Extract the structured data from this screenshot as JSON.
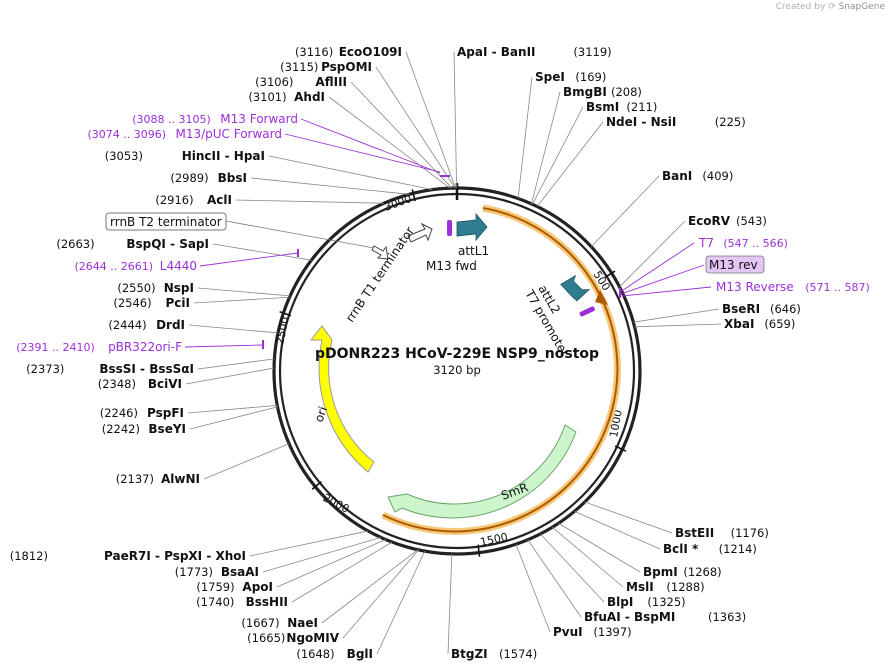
{
  "credit": {
    "prefix": "Created by",
    "brand": "SnapGene"
  },
  "map": {
    "name": "pDONR223 HCoV-229E NSP9_nostop",
    "size": "3120 bp",
    "ticks": [
      "500",
      "1000",
      "1500",
      "2000",
      "2500",
      "3000"
    ],
    "enzymes": [
      {
        "name": "EcoO109I",
        "pos": "(3116)",
        "side": "L"
      },
      {
        "name": "PspOMI",
        "pos": "(3115)",
        "side": "L"
      },
      {
        "name": "AflIII",
        "pos": "(3106)",
        "side": "L"
      },
      {
        "name": "AhdI",
        "pos": "(3101)",
        "side": "L"
      },
      {
        "name": "HincII  -  HpaI",
        "pos": "(3053)",
        "side": "L"
      },
      {
        "name": "BbsI",
        "pos": "(2989)",
        "side": "L"
      },
      {
        "name": "AclI",
        "pos": "(2916)",
        "side": "L"
      },
      {
        "name": "BspQI  -  SapI",
        "pos": "(2663)",
        "side": "L"
      },
      {
        "name": "NspI",
        "pos": "(2550)",
        "side": "L"
      },
      {
        "name": "PciI",
        "pos": "(2546)",
        "side": "L"
      },
      {
        "name": "DrdI",
        "pos": "(2444)",
        "side": "L"
      },
      {
        "name": "BssSI  -  BssSαI",
        "pos": "(2373)",
        "side": "L"
      },
      {
        "name": "BciVI",
        "pos": "(2348)",
        "side": "L"
      },
      {
        "name": "PspFI",
        "pos": "(2246)",
        "side": "L"
      },
      {
        "name": "BseYI",
        "pos": "(2242)",
        "side": "L"
      },
      {
        "name": "AlwNI",
        "pos": "(2137)",
        "side": "L"
      },
      {
        "name": "PaeR7I  -  PspXI  -  XhoI",
        "pos": "(1812)",
        "side": "L"
      },
      {
        "name": "BsaAI",
        "pos": "(1773)",
        "side": "L"
      },
      {
        "name": "ApoI",
        "pos": "(1759)",
        "side": "L"
      },
      {
        "name": "BssHII",
        "pos": "(1740)",
        "side": "L"
      },
      {
        "name": "NaeI",
        "pos": "(1667)",
        "side": "L"
      },
      {
        "name": "NgoMIV",
        "pos": "(1665)",
        "side": "L"
      },
      {
        "name": "BglI",
        "pos": "(1648)",
        "side": "L"
      },
      {
        "name": "ApaI  -  BanII",
        "pos": "(3119)",
        "side": "R"
      },
      {
        "name": "SpeI",
        "pos": "(169)",
        "side": "R"
      },
      {
        "name": "BmgBI",
        "pos": "(208)",
        "side": "R"
      },
      {
        "name": "BsmI",
        "pos": "(211)",
        "side": "R"
      },
      {
        "name": "NdeI  -  NsiI",
        "pos": "(225)",
        "side": "R"
      },
      {
        "name": "BanI",
        "pos": "(409)",
        "side": "R"
      },
      {
        "name": "EcoRV",
        "pos": "(543)",
        "side": "R"
      },
      {
        "name": "BseRI",
        "pos": "(646)",
        "side": "R"
      },
      {
        "name": "XbaI",
        "pos": "(659)",
        "side": "R"
      },
      {
        "name": "BstEII",
        "pos": "(1176)",
        "side": "R"
      },
      {
        "name": "BclI *",
        "pos": "(1214)",
        "side": "R"
      },
      {
        "name": "BpmI",
        "pos": "(1268)",
        "side": "R"
      },
      {
        "name": "MslI",
        "pos": "(1288)",
        "side": "R"
      },
      {
        "name": "BlpI",
        "pos": "(1325)",
        "side": "R"
      },
      {
        "name": "BfuAI  -  BspMI",
        "pos": "(1363)",
        "side": "R"
      },
      {
        "name": "PvuI",
        "pos": "(1397)",
        "side": "R"
      },
      {
        "name": "BtgZI",
        "pos": "(1574)",
        "side": "R"
      }
    ],
    "primers": [
      {
        "name": "M13 Forward",
        "range": "(3088 .. 3105)"
      },
      {
        "name": "M13/pUC Forward",
        "range": "(3074 .. 3096)"
      },
      {
        "name": "L4440",
        "range": "(2644 .. 2661)"
      },
      {
        "name": "pBR322ori-F",
        "range": "(2391 .. 2410)"
      },
      {
        "name": "T7",
        "range": "(547 .. 566)"
      },
      {
        "name": "M13 rev",
        "range": ""
      },
      {
        "name": "M13 Reverse",
        "range": "(571 .. 587)"
      }
    ],
    "features": {
      "rrnB_T2": "rrnB T2 terminator",
      "rrnB_T1": "rrnB T1 terminator",
      "attL1": "attL1",
      "m13fwd": "M13 fwd",
      "attL2": "attL2",
      "t7promoter": "T7 promoter",
      "smr": "SmR",
      "ori": "ori"
    },
    "colors": {
      "primer": "#9b30d9",
      "attL": "#2e7d90",
      "ori": "#ffff00",
      "smr": "#ccf5cc",
      "orf_outline": "#f5c97a",
      "orf": "#b05a00",
      "highlight_box": "#e3c6f5"
    }
  }
}
